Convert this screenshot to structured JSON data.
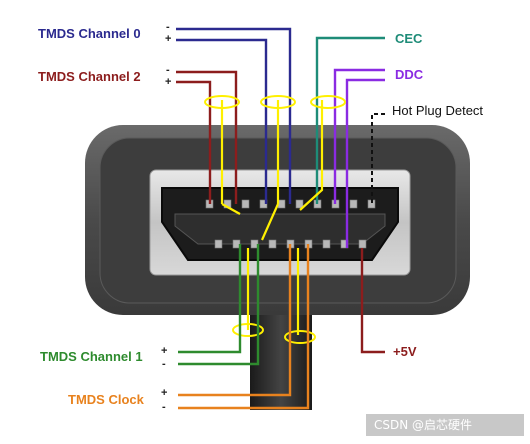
{
  "labels": {
    "tmds_channel_0": "TMDS Channel 0",
    "tmds_channel_2": "TMDS Channel 2",
    "cec": "CEC",
    "ddc": "DDC",
    "hot_plug_detect": "Hot Plug Detect",
    "tmds_channel_1": "TMDS Channel 1",
    "tmds_clock": "TMDS Clock",
    "plus_5v": "+5V"
  },
  "signs": {
    "minus": "-",
    "plus": "+"
  },
  "watermark": "CSDN @启芯硬件",
  "colors": {
    "tmds_channel_0": "#2b2a8f",
    "tmds_channel_2": "#8c1d1d",
    "cec": "#1e8c78",
    "ddc": "#8a2be2",
    "hot_plug_detect": "#111111",
    "tmds_channel_1": "#2e8b2e",
    "tmds_clock": "#e8821e",
    "plus_5v": "#8c1d1d",
    "shield": "#fff000"
  }
}
